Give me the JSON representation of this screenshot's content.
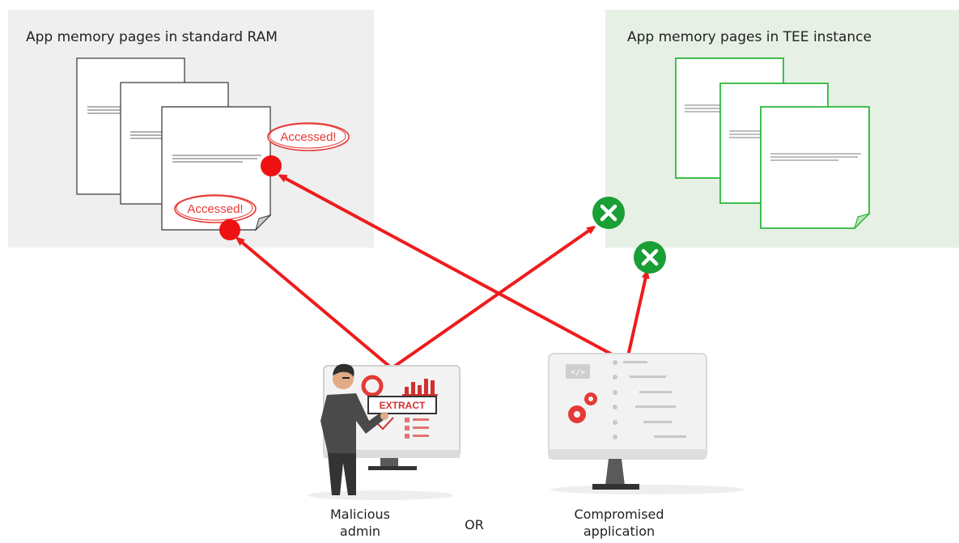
{
  "panels": {
    "ram": {
      "title": "App memory pages in standard RAM"
    },
    "tee": {
      "title": "App memory pages in TEE instance"
    }
  },
  "annotations": {
    "accessed_top": "Accessed!",
    "accessed_bottom": "Accessed!"
  },
  "actors": {
    "admin": {
      "line1": "Malicious",
      "line2": "admin",
      "screen_badge": "EXTRACT"
    },
    "separator": "OR",
    "app": {
      "line1": "Compromised",
      "line2": "application",
      "screen_tag": "</>"
    }
  },
  "icons": {
    "blocked": "x-circle-icon",
    "access_point": "red-dot-icon"
  },
  "colors": {
    "attack_arrow": "#ee1c1c",
    "blocked": "#1a9e36",
    "tee_page_border": "#2db83a",
    "ram_panel_bg": "#efefef",
    "tee_panel_bg": "#e6f0e4"
  }
}
